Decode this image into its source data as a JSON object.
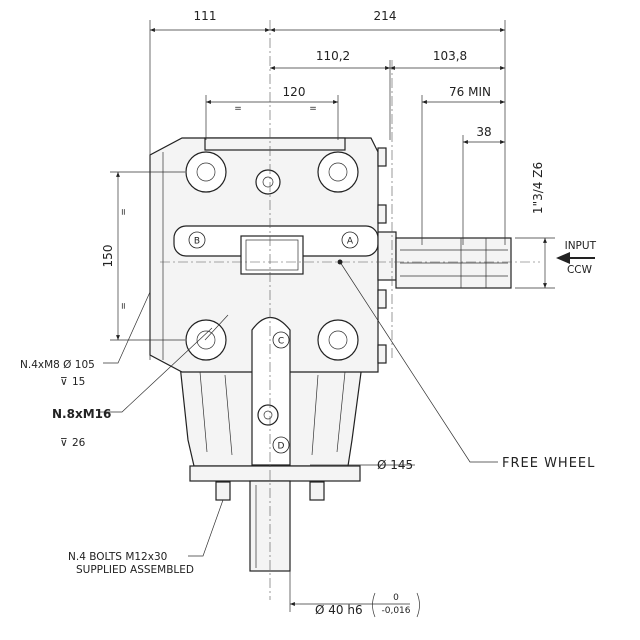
{
  "dimensions": {
    "left_width": "111",
    "right_width": "214",
    "right_center_offset": "110,2",
    "shaft_extension": "103,8",
    "bolt_spacing_horizontal": "120",
    "input_min_length": "76 MIN",
    "input_spline_length": "38",
    "input_shaft_spec": "1\"3/4 Z6",
    "bolt_spacing_vertical": "150",
    "flange_diameter": "Ø 145",
    "output_shaft_diameter": "Ø 40 h6",
    "tolerance_upper": "0",
    "tolerance_lower": "-0,016",
    "equal_mark": "="
  },
  "labels": {
    "input": "INPUT",
    "rotation": "CCW",
    "free_wheel": "FREE WHEEL",
    "tapped_holes_m8": "N.4xM8  Ø 105",
    "m8_depth": "15",
    "tapped_holes_m16": "N.8xM16",
    "m16_depth": "26",
    "bolts_line1": "N.4 BOLTS M12x30",
    "bolts_line2": "SUPPLIED ASSEMBLED",
    "letter_a": "A",
    "letter_b": "B",
    "letter_c": "C",
    "letter_d": "D"
  }
}
